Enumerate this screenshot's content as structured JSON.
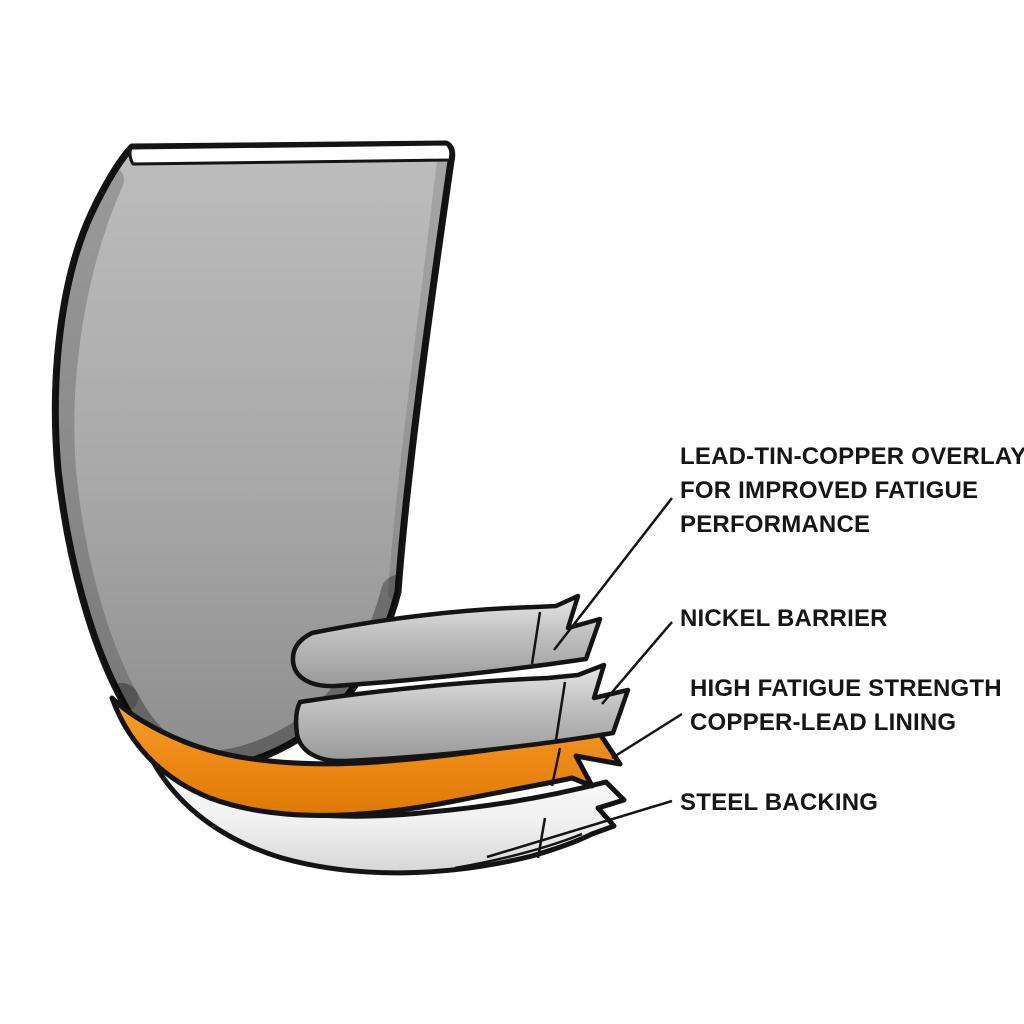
{
  "figure": {
    "type": "engine-bearing-layer-cutaway",
    "background": "#ffffff",
    "palette": {
      "shell_gray": "#a7a7a7",
      "step_gray": "#c0c0c0",
      "copper_lead_orange": "#ee8a15",
      "steel_white": "#f7f7f7",
      "outline": "#141414"
    },
    "labels": {
      "overlay": {
        "line1": "LEAD-TIN-COPPER OVERLAY",
        "line2": "FOR IMPROVED FATIGUE",
        "line3": "PERFORMANCE"
      },
      "nickel": {
        "line1": "NICKEL BARRIER"
      },
      "copper_lead": {
        "line1": "HIGH FATIGUE STRENGTH",
        "line2": "COPPER-LEAD LINING"
      },
      "steel": {
        "line1": "STEEL BACKING"
      }
    }
  }
}
